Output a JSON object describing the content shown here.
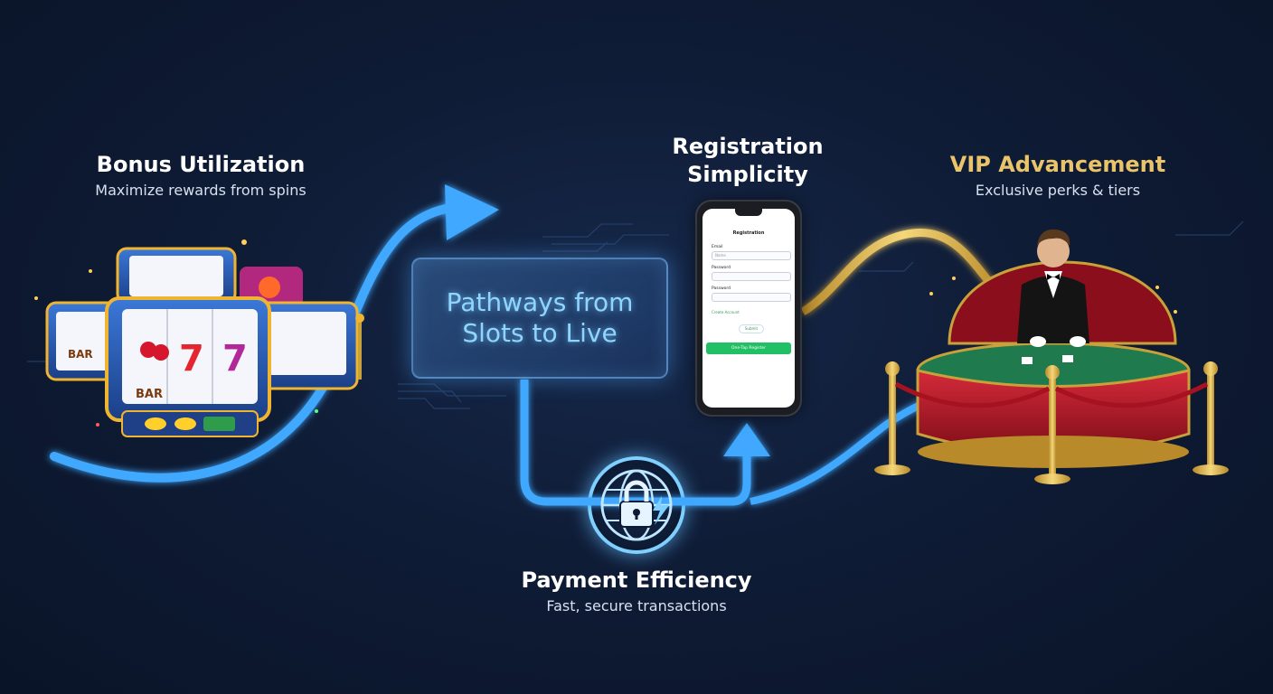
{
  "center": {
    "line1": "Pathways from",
    "line2": "Slots to Live"
  },
  "bonus": {
    "title": "Bonus Utilization",
    "subtitle": "Maximize rewards from spins"
  },
  "registration": {
    "title_line1": "Registration",
    "title_line2": "Simplicity"
  },
  "vip": {
    "title": "VIP Advancement",
    "subtitle": "Exclusive perks & tiers"
  },
  "payment": {
    "title": "Payment Efficiency",
    "subtitle": "Fast, secure transactions"
  },
  "phone": {
    "screen_title": "Registration",
    "label_email": "Email",
    "placeholder_name": "Name",
    "label_password1": "Password",
    "label_password2": "Password",
    "link_text": "Create Account",
    "outline_button": "Submit",
    "primary_button": "One-Tap Register"
  },
  "slot": {
    "reel_symbol": "7",
    "bar_label": "BAR"
  },
  "colors": {
    "accent_blue": "#3fa9ff",
    "gold": "#e9c46a",
    "table_red": "#c0182c",
    "felt_green": "#1f7a4e"
  }
}
